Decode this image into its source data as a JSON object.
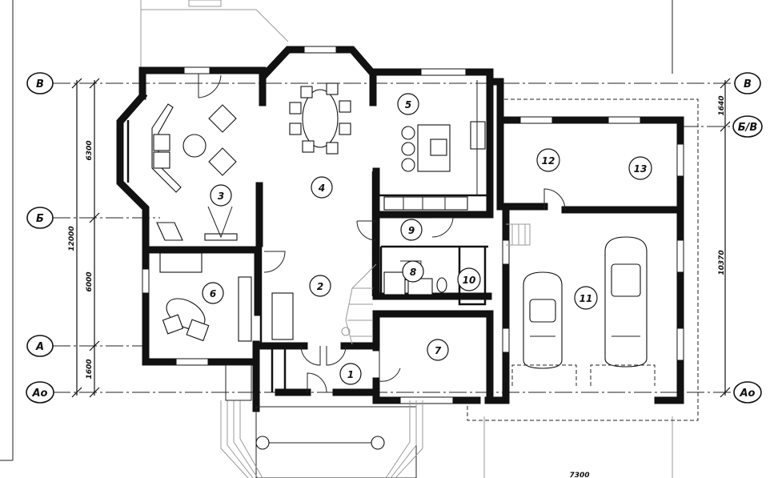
{
  "axes": [
    {
      "id": "b_top",
      "label": "В"
    },
    {
      "id": "b_mid",
      "label": "Б"
    },
    {
      "id": "bv",
      "label": "Б/В"
    },
    {
      "id": "a",
      "label": "А"
    },
    {
      "id": "ao",
      "label": "Ао"
    }
  ],
  "rooms": [
    "1",
    "2",
    "3",
    "4",
    "5",
    "6",
    "7",
    "8",
    "9",
    "10",
    "11",
    "12",
    "13"
  ],
  "dimensions": {
    "left_total": "12000",
    "left_top": "6300",
    "left_mid": "6000",
    "left_bottom": "1600",
    "right_small": "1640",
    "right_total": "10370",
    "bottom": "7300"
  },
  "colors": {
    "line": "#111111",
    "background": "#ffffff"
  }
}
